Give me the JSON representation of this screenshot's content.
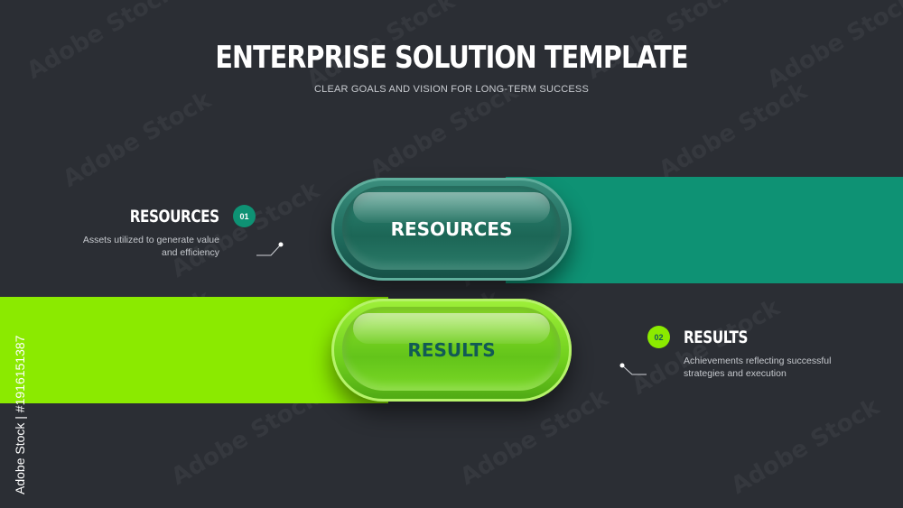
{
  "header": {
    "title": "ENTERPRISE SOLUTION TEMPLATE",
    "subtitle": "CLEAR GOALS AND VISION FOR LONG-TERM SUCCESS"
  },
  "items": [
    {
      "number": "01",
      "heading": "RESOURCES",
      "pill_label": "RESOURCES",
      "description_line1": "Assets utilized to generate value",
      "description_line2": "and efficiency",
      "color": "#0e9274"
    },
    {
      "number": "02",
      "heading": "RESULTS",
      "pill_label": "RESULTS",
      "description_line1": "Achievements reflecting successful",
      "description_line2": "strategies and execution",
      "color": "#8bea00"
    }
  ],
  "watermark": {
    "text": "Adobe Stock",
    "side_id": "Adobe Stock | #1916151387"
  },
  "colors": {
    "background": "#2b2e34",
    "teal": "#0e9274",
    "lime": "#8bea00"
  }
}
